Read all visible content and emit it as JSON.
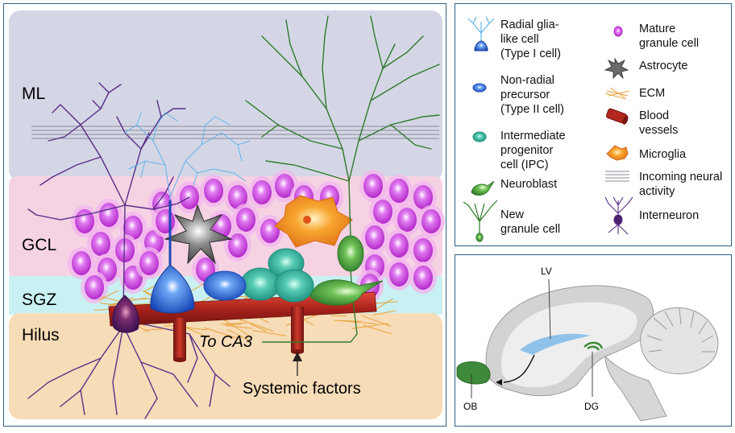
{
  "layers": {
    "ml": "ML",
    "gcl": "GCL",
    "sgz": "SGZ",
    "hilus": "Hilus"
  },
  "annotations": {
    "to_ca3": "To CA3",
    "systemic": "Systemic factors"
  },
  "legend": {
    "radial_glia": [
      "Radial glia-",
      "like cell",
      "(Type I cell)"
    ],
    "non_radial": [
      "Non-radial",
      "precursor",
      "(Type II cell)"
    ],
    "ipc": [
      "Intermediate",
      "progenitor",
      "cell (IPC)"
    ],
    "neuroblast": [
      "Neuroblast"
    ],
    "new_granule": [
      "New",
      "granule cell"
    ],
    "mature_granule": [
      "Mature",
      "granule cell"
    ],
    "astrocyte": [
      "Astrocyte"
    ],
    "ecm": [
      "ECM"
    ],
    "blood": [
      "Blood",
      "vessels"
    ],
    "microglia": [
      "Microglia"
    ],
    "neural_activity": [
      "Incoming neural",
      "activity"
    ],
    "interneuron": [
      "Interneuron"
    ]
  },
  "brain": {
    "lv": "LV",
    "ob": "OB",
    "dg": "DG"
  },
  "colors": {
    "ml": "#d4d6e6",
    "gcl": "#f5d3e3",
    "sgz": "#c9f0f2",
    "hilus": "#f7dcb8",
    "granule": "#d946e8",
    "neuron_green": "#3d8a3a",
    "interneuron": "#4b1f6e",
    "vessel": "#b3261e",
    "ecm": "#e8a23a",
    "border": "#2f5f86"
  }
}
